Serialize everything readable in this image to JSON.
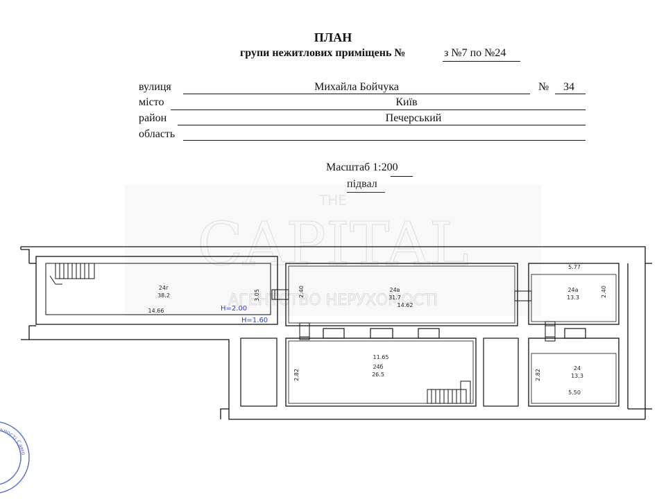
{
  "header": {
    "title": "ПЛАН",
    "subtitle_label": "групи нежитлових приміщень №",
    "subtitle_value": "з №7 по №24"
  },
  "address": {
    "street_label": "вулиця",
    "street_value": "Михайла Бойчука",
    "number_label": "№",
    "number_value": "34",
    "city_label": "місто",
    "city_value": "Київ",
    "district_label": "район",
    "district_value": "Печерський",
    "region_label": "область",
    "region_value": ""
  },
  "scale": {
    "label": "Масштаб 1:",
    "value": "200"
  },
  "level": "підвал",
  "watermark": {
    "line1": "THE",
    "line2": "CAPITAL",
    "line3": "АГЕНТСТВО НЕРУХОМОСТІ"
  },
  "rooms": [
    {
      "name": "24г",
      "area": "38.2",
      "length": "14.66",
      "height_dim": "3.05"
    },
    {
      "name": "24в",
      "area": "31.7",
      "length": "14.62",
      "height_dim": "2.40"
    },
    {
      "name": "24а",
      "area": "13.3",
      "length": "5.77",
      "height_dim": "2.40"
    },
    {
      "name": "24б",
      "area": "26.5",
      "length": "11.65",
      "height_dim": "2.82"
    },
    {
      "name": "24",
      "area": "13.3",
      "length": "5.50",
      "height_dim": "2.82"
    }
  ],
  "heights": {
    "h1": "H=2.00",
    "h2": "H=1.60"
  },
  "stamp_text": "яльності Само"
}
